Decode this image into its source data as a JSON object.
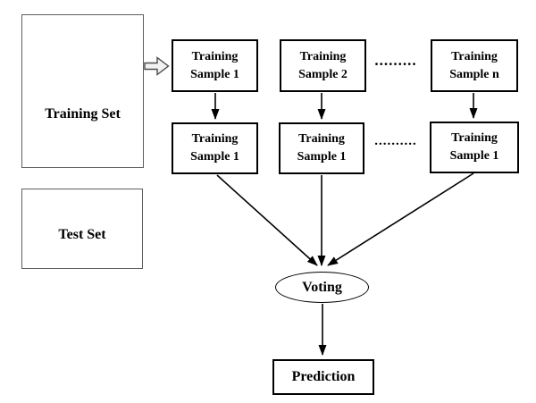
{
  "diagram": {
    "type": "flowchart",
    "description": "Ensemble voting workflow diagram",
    "nodes": {
      "training_set": {
        "label": "Training Set"
      },
      "test_set": {
        "label": "Test Set"
      },
      "top_samples": [
        {
          "label": "Training Sample 1"
        },
        {
          "label": "Training Sample 2"
        },
        {
          "label": "Training Sample n"
        }
      ],
      "base_samples": [
        {
          "label": "Training Sample 1"
        },
        {
          "label": "Training Sample 1"
        },
        {
          "label": "Training Sample 1"
        }
      ],
      "voting": {
        "label": "Voting"
      },
      "prediction": {
        "label": "Prediction"
      }
    },
    "ellipsis": {
      "top_row": ".........",
      "middle_row": ".........."
    },
    "colors": {
      "background": "#ffffff",
      "sample_box_border": "#000000",
      "outer_box_border": "#5e5e5e",
      "arrow": "#000000",
      "block_arrow_fill": "#f2f2f2",
      "text": "#000000"
    }
  }
}
